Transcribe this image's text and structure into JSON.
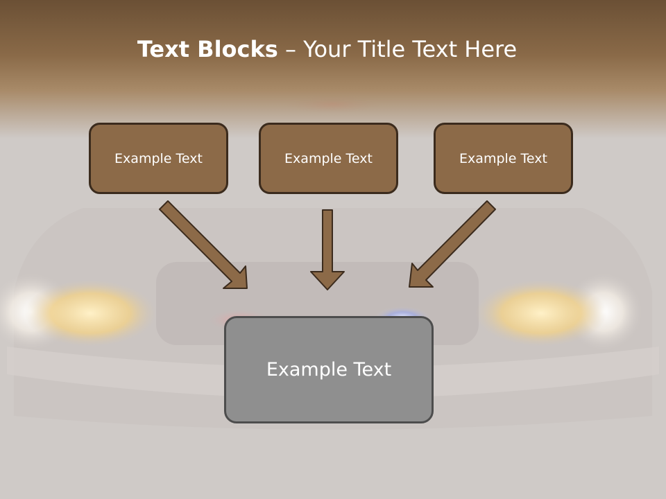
{
  "slide": {
    "title_bold": "Text Blocks",
    "title_rest": " – Your Title Text Here",
    "blocks": [
      {
        "label": "Example Text"
      },
      {
        "label": "Example Text"
      },
      {
        "label": "Example Text"
      }
    ],
    "main_block": {
      "label": "Example Text"
    }
  },
  "colors": {
    "box_fill": "#8c6a48",
    "box_border": "#3b2b1d",
    "arrow_fill": "#8c6a48",
    "main_fill": "#8f8f8f",
    "main_border": "#4d4d4d",
    "header_brown": "#7a5c3d"
  }
}
